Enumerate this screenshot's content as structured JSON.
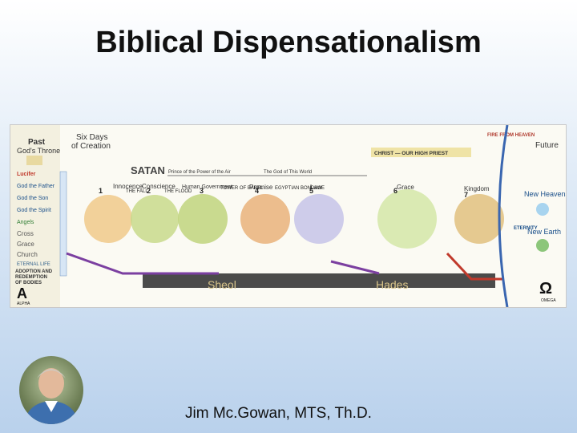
{
  "slide": {
    "title": "Biblical Dispensationalism",
    "presenter": "Jim Mc.Gowan, MTS, Th.D."
  },
  "chart": {
    "left_top": [
      "Past",
      "God's Throne"
    ],
    "six_days": [
      "Six Days",
      "of Creation"
    ],
    "future": [
      "Future"
    ],
    "lucifer": "Lucifer",
    "god_father": "God the Father",
    "god_son": "God the Son",
    "god_spirit": "God the Spirit",
    "angels": "Angels",
    "cross": "Cross",
    "grace": "Grace",
    "church": "Church",
    "eternal_life": "ETERNAL LIFE",
    "adoption": [
      "ADOPTION AND",
      "REDEMPTION",
      "OF BODIES"
    ],
    "alpha": "ALPHA",
    "omega": "OMEGA",
    "satan": "SATAN",
    "satan_banner": "Prince of the Power of the Air",
    "god_of_world": "The God of This World",
    "christ_banner": "CHRIST — OUR HIGH PRIEST",
    "fire_from_heaven": "FIRE FROM HEAVEN",
    "new_heavens": "New Heavens",
    "new_earth": "New Earth",
    "sheol": "Sheol",
    "hades": "Hades",
    "eternity": "ETERNITY",
    "dispensations": [
      {
        "num": "1",
        "name": "Innocence"
      },
      {
        "num": "2",
        "name": "Conscience"
      },
      {
        "num": "3",
        "name": "Human Government"
      },
      {
        "num": "4",
        "name": "Promise"
      },
      {
        "num": "5",
        "name": "Law"
      },
      {
        "num": "6",
        "name": "Grace"
      },
      {
        "num": "7",
        "name": "Kingdom"
      }
    ],
    "events": [
      "THE FALL",
      "THE FLOOD",
      "TOWER OF BABEL",
      "EGYPTIAN BONDAGE"
    ]
  }
}
